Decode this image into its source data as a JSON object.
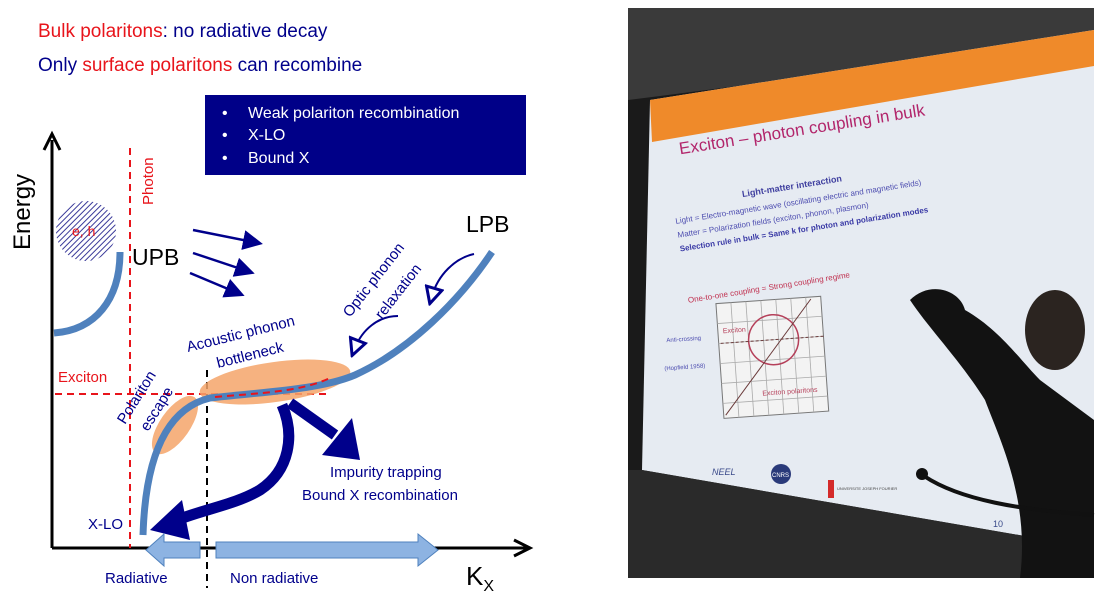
{
  "left": {
    "header": {
      "line1_red": "Bulk polaritons",
      "line1_rest": ": no radiative decay",
      "line2_start": "Only ",
      "line2_red": "surface polaritons",
      "line2_end": " can recombine"
    },
    "box_items": [
      "Weak polariton recombination",
      "X-LO",
      "Bound X"
    ],
    "bullet": "•",
    "axes": {
      "y_label": "Energy",
      "x_label": "K",
      "x_sub": "X"
    },
    "labels": {
      "photon": "Photon",
      "exciton": "Exciton",
      "eh": "e, h",
      "upb": "UPB",
      "lpb": "LPB",
      "optic1": "Optic phonon",
      "optic2": "relaxation",
      "acoustic1": "Acoustic phonon",
      "acoustic2": "bottleneck",
      "escape1": "Polariton",
      "escape2": "escape",
      "impurity1": "Impurity trapping",
      "impurity2": "Bound X recombination",
      "xlo": "X-LO",
      "radiative": "Radiative",
      "non_radiative": "Non radiative"
    },
    "colors": {
      "navy": "#00008b",
      "red": "#e8141b",
      "curve": "#4f81bd",
      "orange": "#f4a46a",
      "box": "#000088"
    }
  },
  "photo": {
    "slide_title": "Exciton – photon coupling in bulk",
    "heading": "Light-matter interaction",
    "lines": [
      "Light = Electro-magnetic wave (oscillating electric and magnetic fields)",
      "Matter = Polarization fields (exciton, phonon, plasmon)",
      "Selection rule in bulk = Same k for photon and polarization modes"
    ],
    "coupling": "One-to-one coupling = Strong coupling regime",
    "plot_labels": {
      "anti": "Anti-crossing",
      "ref": "(Hopfield 1958)",
      "exciton": "Exciton",
      "polaritons": "Exciton polaritons"
    },
    "logos": [
      "NEEL",
      "CNRS",
      "UNIVERSITE JOSEPH FOURIER"
    ],
    "page_number": "10"
  }
}
